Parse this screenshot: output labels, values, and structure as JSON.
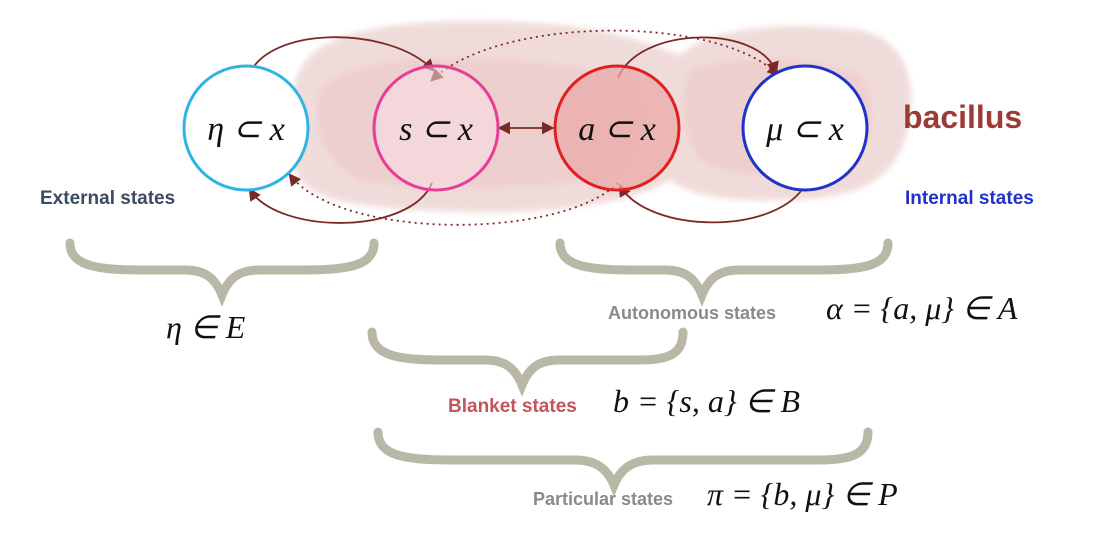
{
  "nodes": [
    {
      "id": "eta",
      "label": "η ⊂ x",
      "color": "#2fb3e3"
    },
    {
      "id": "s",
      "label": "s ⊂ x",
      "color": "#e83d97"
    },
    {
      "id": "a",
      "label": "a ⊂ x",
      "color": "#e0201e"
    },
    {
      "id": "mu",
      "label": "μ ⊂ x",
      "color": "#1f33c9"
    }
  ],
  "labels": {
    "bacillus": "bacillus",
    "external": "External states",
    "internal": "Internal states"
  },
  "groups": [
    {
      "id": "external",
      "label": "",
      "formula": "η ∈ E"
    },
    {
      "id": "autonomous",
      "label": "Autonomous states",
      "formula": "α = {a, μ} ∈ A"
    },
    {
      "id": "blanket",
      "label": "Blanket states",
      "formula": "b = {s, a} ∈ B"
    },
    {
      "id": "particular",
      "label": "Particular states",
      "formula": "π = {b, μ} ∈ P"
    }
  ],
  "colors": {
    "arrow": "#7a2a25",
    "bacillus_text": "#9c3a35",
    "external_text": "#3b4b63",
    "internal_text": "#1f33c9",
    "group_label": "#8a8a8a",
    "blanket_label": "#c2545c",
    "brace": "#b9b8a6",
    "cell": "#e8c3c3"
  }
}
